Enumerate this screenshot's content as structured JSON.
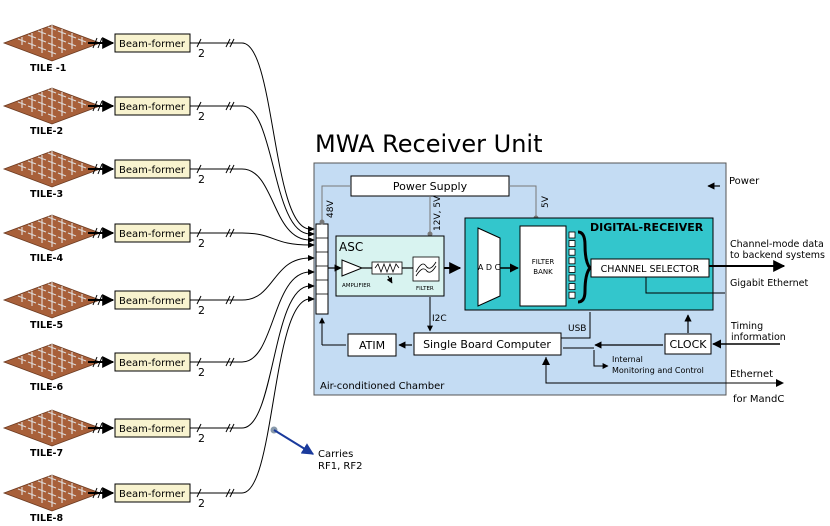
{
  "title": "MWA Receiver Unit",
  "tiles": [
    {
      "label": "TILE -1",
      "beamformer": "Beam-former",
      "count": "2"
    },
    {
      "label": "TILE-2",
      "beamformer": "Beam-former",
      "count": "2"
    },
    {
      "label": "TILE-3",
      "beamformer": "Beam-former",
      "count": "2"
    },
    {
      "label": "TILE-4",
      "beamformer": "Beam-former",
      "count": "2"
    },
    {
      "label": "TILE-5",
      "beamformer": "Beam-former",
      "count": "2"
    },
    {
      "label": "TILE-6",
      "beamformer": "Beam-former",
      "count": "2"
    },
    {
      "label": "TILE-7",
      "beamformer": "Beam-former",
      "count": "2"
    },
    {
      "label": "TILE-8",
      "beamformer": "Beam-former",
      "count": "2"
    }
  ],
  "receiver": {
    "power_supply": "Power Supply",
    "v48": "48V",
    "v12": "12V, 5V",
    "v5": "5V",
    "power": "Power",
    "asc": "ASC",
    "amplifier": "AMPLIFIER",
    "filter": "FILTER",
    "adc": "A D C",
    "filter_bank_1": "FILTER",
    "filter_bank_2": "BANK",
    "digital_receiver": "DIGITAL-RECEIVER",
    "channel_selector": "CHANNEL SELECTOR",
    "channel_mode_1": "Channel-mode data",
    "channel_mode_2": "to backend systems",
    "gigabit": "Gigabit Ethernet",
    "timing_1": "Timing",
    "timing_2": "information",
    "i2c": "I2C",
    "usb": "USB",
    "atim": "ATIM",
    "sbc": "Single Board Computer",
    "clock": "CLOCK",
    "internal_1": "Internal",
    "internal_2": "Monitoring and Control",
    "chamber": "Air-conditioned Chamber",
    "ethernet": "Ethernet",
    "mandc": "for MandC"
  },
  "carries_1": "Carries",
  "carries_2": "RF1, RF2",
  "colors": {
    "chamber": "#c4dcf3",
    "digital": "#33c6cc",
    "asc": "#d8f3f0",
    "beamformer": "#f8f3cf",
    "tile_earth": "#a8603a"
  }
}
